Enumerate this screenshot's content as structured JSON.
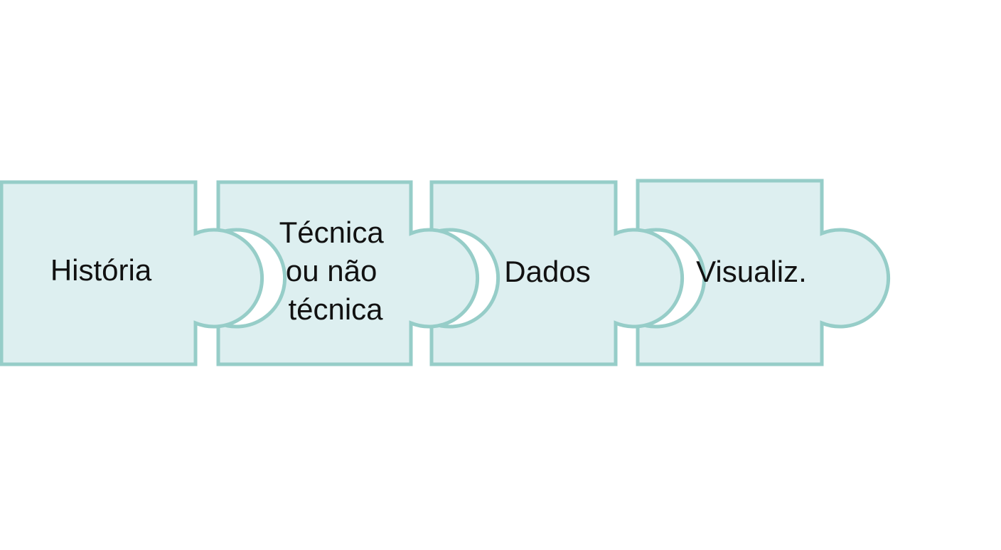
{
  "diagram": {
    "pieces": [
      {
        "lines": [
          "História"
        ]
      },
      {
        "lines": [
          "Técnica",
          "ou não",
          "técnica"
        ]
      },
      {
        "lines": [
          "Dados"
        ]
      },
      {
        "lines": [
          "Visualiz."
        ]
      }
    ],
    "colors": {
      "fill": "#ddeff0",
      "stroke": "#96cdc8",
      "text": "#111111",
      "background": "#ffffff"
    }
  }
}
